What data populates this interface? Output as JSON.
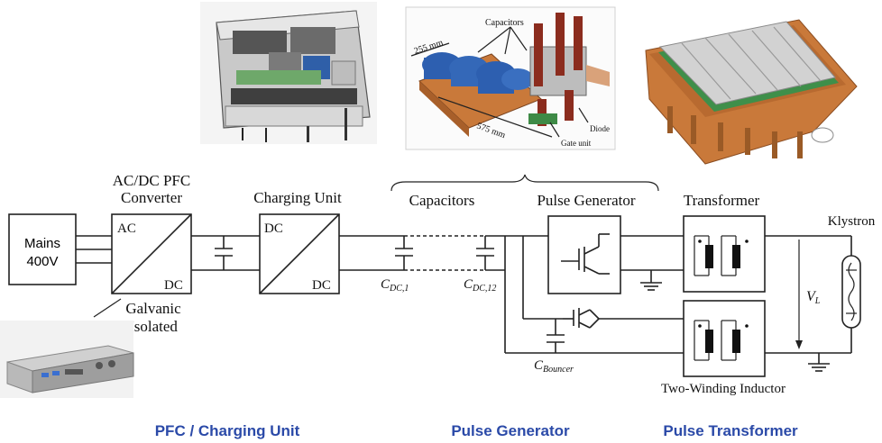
{
  "colors": {
    "footer": "#2b4aa8",
    "ink": "#222222",
    "copper": "#c9793a",
    "capacitor_blue": "#2d5fb0"
  },
  "photos": {
    "pfc_enclosure": {
      "kind": "photo",
      "label": "enclosure-photo"
    },
    "capacitor_bank": {
      "capacitors": "Capacitors",
      "dim1": "255 mm",
      "dim2": "575 mm",
      "diode": "Diode",
      "gate_unit": "Gate unit"
    },
    "transformer_core": {
      "kind": "render"
    },
    "rack_unit": {
      "kind": "photo"
    }
  },
  "blocks": {
    "pfc_title_1": "AC/DC PFC",
    "pfc_title_2": "Converter",
    "mains_1": "Mains",
    "mains_2": "400V",
    "pfc_ac": "AC",
    "pfc_dc": "DC",
    "galvanic_1": "Galvanic",
    "galvanic_2": "Isolated",
    "charging_title": "Charging Unit",
    "charging_dc_in": "DC",
    "charging_dc_out": "DC",
    "capacitors_title": "Capacitors",
    "pulse_gen_title": "Pulse Generator",
    "transformer_title": "Transformer",
    "klystron": "Klystron",
    "cap1_main": "C",
    "cap1_sub": "DC,1",
    "cap12_main": "C",
    "cap12_sub": "DC,12",
    "bouncer_main": "C",
    "bouncer_sub": "Bouncer",
    "vl_main": "V",
    "vl_sub": "L",
    "two_winding": "Two-Winding Inductor"
  },
  "footer": {
    "left": "PFC / Charging Unit",
    "middle": "Pulse Generator",
    "right": "Pulse Transformer"
  }
}
